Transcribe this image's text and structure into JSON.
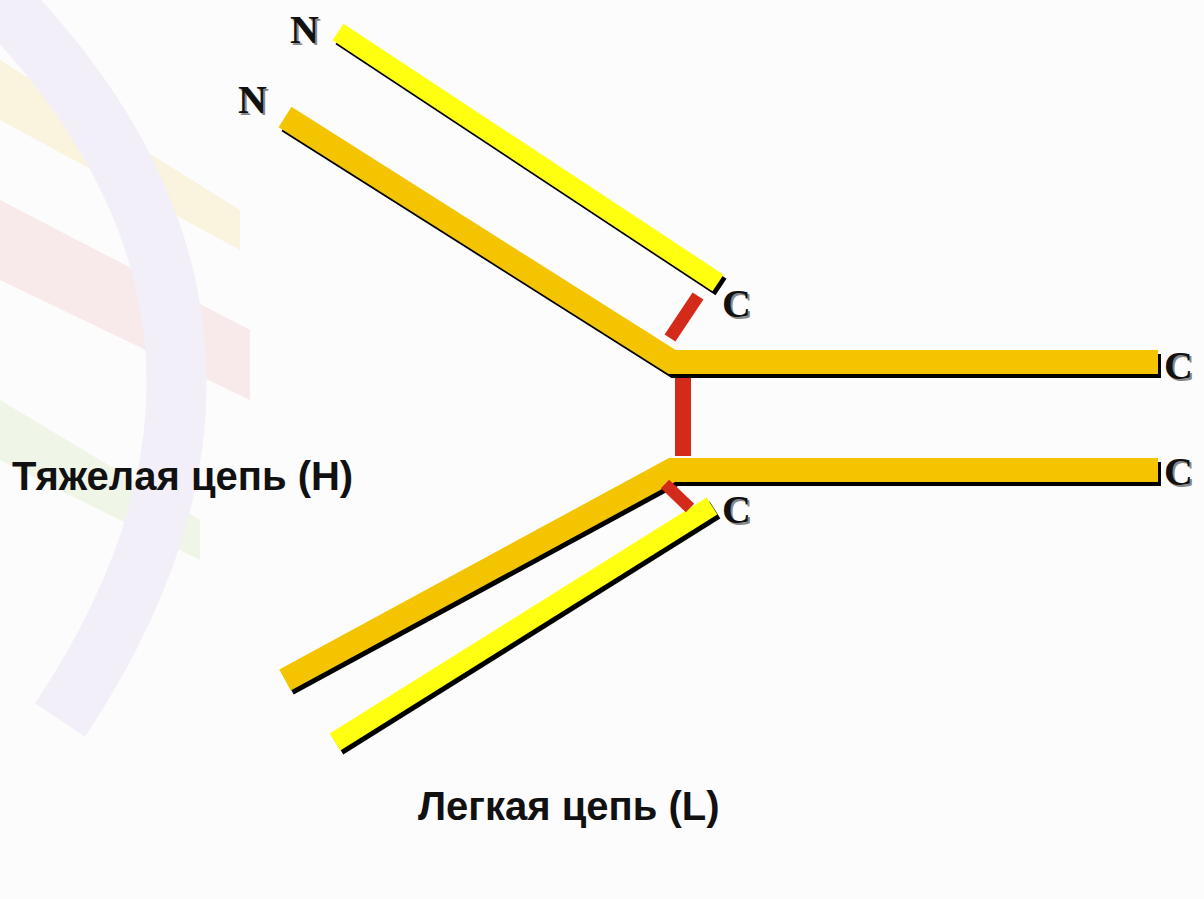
{
  "diagram": {
    "labels": [
      "N",
      "N",
      "C",
      "C",
      "C",
      "C",
      "Тяжелая цепь (H)",
      "Легкая цепь (L)"
    ]
  }
}
